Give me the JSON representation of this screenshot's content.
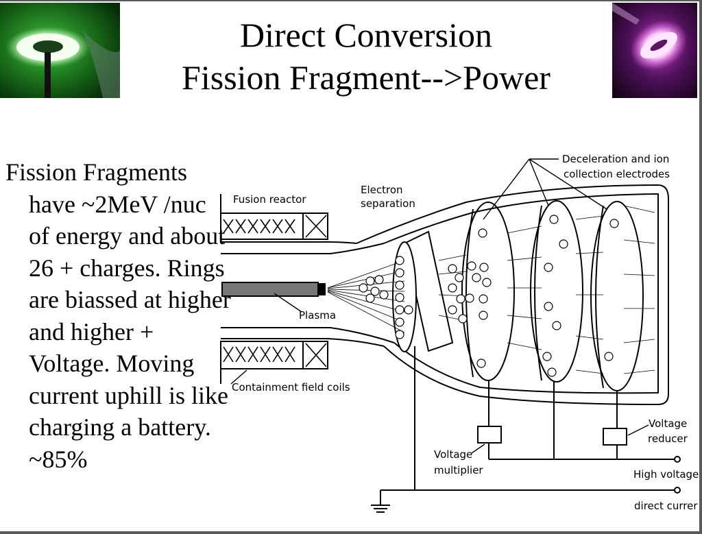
{
  "slide": {
    "title_line1": "Direct Conversion",
    "title_line2": "Fission Fragment-->Power",
    "body_first": "Fission Fragments",
    "body_rest": "have ~2MeV /nuc of energy and about 26 + charges. Rings are biassed at higher and higher + Voltage. Moving current uphill is like charging a battery. ~85%"
  },
  "diagram": {
    "labels": {
      "fusion_reactor": "Fusion reactor",
      "electron_separation_1": "Electron",
      "electron_separation_2": "separation",
      "decel_1": "Deceleration and ion",
      "decel_2": "collection electrodes",
      "plasma": "Plasma",
      "containment": "Containment field coils",
      "voltage_multiplier_1": "Voltage",
      "voltage_multiplier_2": "multiplier",
      "voltage_reducer_1": "Voltage",
      "voltage_reducer_2": "reducer",
      "high_voltage": "High voltage",
      "direct_current": "direct currer"
    }
  },
  "photos": {
    "left_icon": "green-glowing-ring-photo",
    "right_icon": "magenta-glowing-ring-photo"
  }
}
